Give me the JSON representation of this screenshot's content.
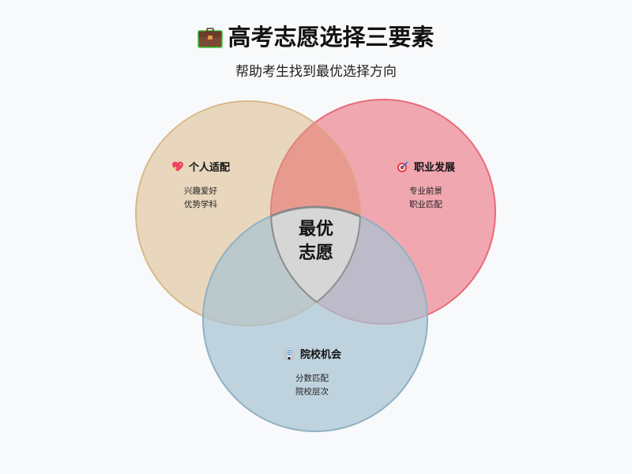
{
  "header": {
    "title": "高考志愿选择三要素",
    "title_icon": "briefcase-icon",
    "subtitle": "帮助考生找到最优选择方向"
  },
  "venn": {
    "sets": [
      {
        "id": "personal-fit",
        "icon": "sparkling-heart-icon",
        "title": "个人适配",
        "items": [
          "兴趣爱好",
          "优势学科"
        ],
        "fill": "#e8d7bd",
        "stroke": "#d9b88a"
      },
      {
        "id": "career-development",
        "icon": "target-icon",
        "title": "职业发展",
        "items": [
          "专业前景",
          "职业匹配"
        ],
        "fill": "#f0a2ac",
        "stroke": "#e86a7a"
      },
      {
        "id": "school-opportunity",
        "icon": "building-icon",
        "title": "院校机会",
        "items": [
          "分数匹配",
          "院校层次"
        ],
        "fill": "#b5ccd8",
        "stroke": "#8fb1c2"
      }
    ],
    "intersection": {
      "line1": "最优",
      "line2": "志愿",
      "fill": "#d6d6d6",
      "stroke": "#8a8a8a"
    }
  }
}
